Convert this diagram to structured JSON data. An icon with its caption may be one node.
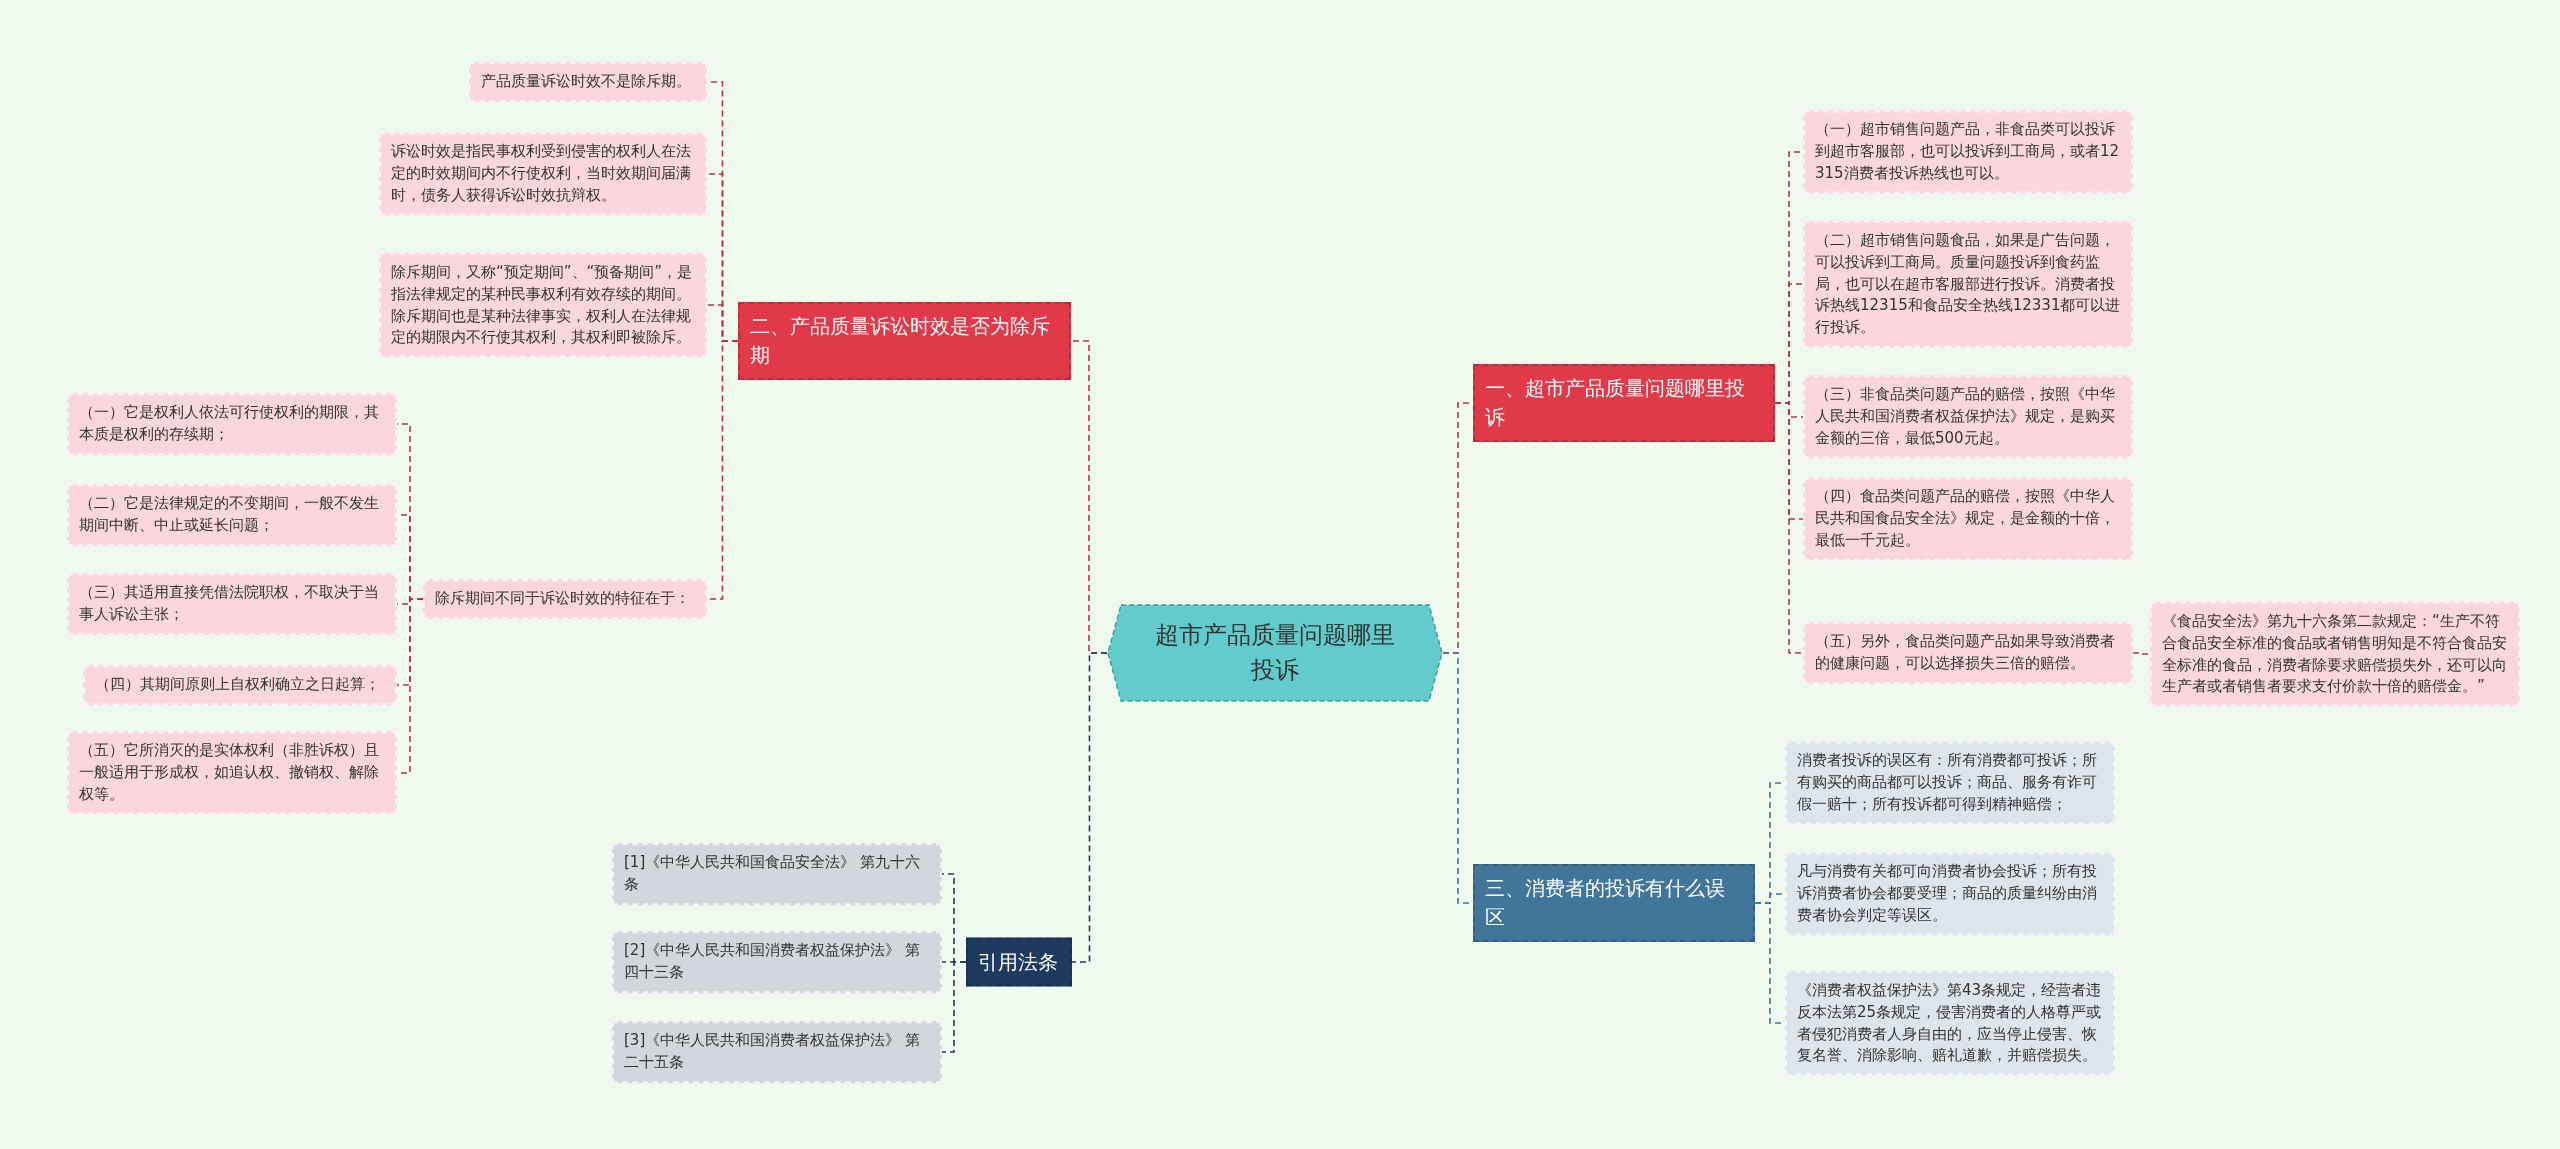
{
  "diagram": {
    "nodes": [
      {
        "text": [
          "超市产品质量问题哪里投诉"
        ]
      },
      {
        "text": [
          "一、超市产品质量问题哪里投诉"
        ]
      },
      {
        "text": [
          "（一）超市销售问题产品，非食品类可以投诉到超市客服部，也可以投诉到工商局，或者12315消费者投诉热线也可以。"
        ]
      },
      {
        "text": [
          "（二）超市销售问题食品，如果是广告问题，可以投诉到工商局。质量问题投诉到食药监局，也可以在超市客服部进行投诉。消费者投诉热线12315和食品安全热线12331都可以进行投诉。"
        ]
      },
      {
        "text": [
          "（三）非食品类问题产品的赔偿，按照《中华人民共和国消费者权益保护法》规定，是购买金额的三倍，最低500元起。"
        ]
      },
      {
        "text": [
          "（四）食品类问题产品的赔偿，按照《中华人民共和国食品安全法》规定，是金额的十倍，最低一千元起。"
        ]
      },
      {
        "text": [
          "（五）另外，食品类问题产品如果导致消费者的健康问题，可以选择损失三倍的赔偿。"
        ]
      },
      {
        "text": [
          "《食品安全法》第九十六条第二款规定：“生产不符合食品安全标准的食品或者销售明知是不符合食品安全标准的食品，消费者除要求赔偿损失外，还可以向生产者或者销售者要求支付价款十倍的赔偿金。”"
        ]
      },
      {
        "text": [
          "三、消费者的投诉有什么误区"
        ]
      },
      {
        "text": [
          "消费者投诉的误区有：所有消费都可投诉；所有购买的商品都可以投诉；商品、服务有诈可假一赔十；所有投诉都可得到精神赔偿；"
        ]
      },
      {
        "text": [
          "凡与消费有关都可向消费者协会投诉；所有投诉消费者协会都要受理；商品的质量纠纷由消费者协会判定等误区。"
        ]
      },
      {
        "text": [
          "《消费者权益保护法》第43条规定，经营者违反本法第25条规定，侵害消费者的人格尊严或者侵犯消费者人身自由的，应当停止侵害、恢复名誉、消除影响、赔礼道歉，并赔偿损失。"
        ]
      },
      {
        "text": [
          "二、产品质量诉讼时效是否为除斥期"
        ]
      },
      {
        "text": [
          "产品质量诉讼时效不是除斥期。"
        ]
      },
      {
        "text": [
          "诉讼时效是指民事权利受到侵害的权利人在法定的时效期间内不行使权利，当时效期间届满时，债务人获得诉讼时效抗辩权。"
        ]
      },
      {
        "text": [
          "除斥期间，又称“预定期间”、“预备期间”，是指法律规定的某种民事权利有效存续的期间。除斥期间也是某种法律事实，权利人在法律规定的期限内不行使其权利，其权利即被除斥。"
        ]
      },
      {
        "text": [
          "除斥期间不同于诉讼时效的特征在于："
        ]
      },
      {
        "text": [
          "（一）它是权利人依法可行使权利的期限，其本质是权利的存续期；"
        ]
      },
      {
        "text": [
          "（二）它是法律规定的不变期间，一般不发生期间中断、中止或延长问题；"
        ]
      },
      {
        "text": [
          "（三）其适用直接凭借法院职权，不取决于当事人诉讼主张；"
        ]
      },
      {
        "text": [
          "（四）其期间原则上自权利确立之日起算；"
        ]
      },
      {
        "text": [
          "（五）它所消灭的是实体权利（非胜诉权）且一般适用于形成权，如追认权、撤销权、解除权等。"
        ]
      },
      {
        "text": [
          "引用法条"
        ]
      },
      {
        "text": [
          "[1]《中华人民共和国食品安全法》 第九十六条"
        ]
      },
      {
        "text": [
          "[2]《中华人民共和国消费者权益保护法》 第四十三条"
        ]
      },
      {
        "text": [
          "[3]《中华人民共和国消费者权益保护法》 第二十五条"
        ]
      }
    ],
    "edges": [
      {
        "from": 0,
        "to": 1,
        "arrow": "none"
      },
      {
        "from": 1,
        "to": 2,
        "arrow": "none"
      },
      {
        "from": 1,
        "to": 3,
        "arrow": "none"
      },
      {
        "from": 1,
        "to": 4,
        "arrow": "none"
      },
      {
        "from": 1,
        "to": 5,
        "arrow": "none"
      },
      {
        "from": 1,
        "to": 6,
        "arrow": "none"
      },
      {
        "from": 6,
        "to": 7,
        "arrow": "none"
      },
      {
        "from": 0,
        "to": 8,
        "arrow": "none",
        "color": "#41759a"
      },
      {
        "from": 8,
        "to": 9,
        "arrow": "none",
        "color": "#41759a"
      },
      {
        "from": 8,
        "to": 10,
        "arrow": "none",
        "color": "#41759a"
      },
      {
        "from": 8,
        "to": 11,
        "arrow": "none",
        "color": "#41759a"
      },
      {
        "from": 0,
        "to": 12,
        "arrow": "none"
      },
      {
        "from": 12,
        "to": 13,
        "arrow": "none"
      },
      {
        "from": 12,
        "to": 14,
        "arrow": "none"
      },
      {
        "from": 12,
        "to": 15,
        "arrow": "none"
      },
      {
        "from": 12,
        "to": 16,
        "arrow": "none"
      },
      {
        "from": 16,
        "to": 17,
        "arrow": "none"
      },
      {
        "from": 16,
        "to": 18,
        "arrow": "none"
      },
      {
        "from": 16,
        "to": 19,
        "arrow": "none"
      },
      {
        "from": 16,
        "to": 20,
        "arrow": "none"
      },
      {
        "from": 16,
        "to": 21,
        "arrow": "none"
      },
      {
        "from": 0,
        "to": 22,
        "arrow": "none",
        "color": "#1f3a5f"
      },
      {
        "from": 22,
        "to": 23,
        "arrow": "none",
        "color": "#1f3a5f"
      },
      {
        "from": 22,
        "to": 24,
        "arrow": "none",
        "color": "#1f3a5f"
      },
      {
        "from": 22,
        "to": 25,
        "arrow": "none",
        "color": "#1f3a5f"
      }
    ]
  }
}
